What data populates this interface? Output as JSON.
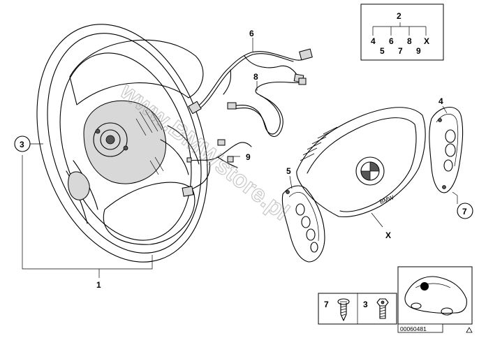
{
  "watermark": "www.BMWstore.pl",
  "callouts": {
    "c1": "1",
    "c2": "2",
    "c3": "3",
    "c4": "4",
    "c5": "5",
    "c6": "6",
    "c7": "7",
    "c8": "8",
    "c9": "9",
    "cX": "X"
  },
  "legend_box": {
    "top": "2",
    "row1": [
      "4",
      "6",
      "8",
      "X"
    ],
    "row2": [
      "5",
      "7",
      "9"
    ]
  },
  "fastener_box": {
    "item_a": "7",
    "item_b": "3"
  },
  "airbag_logo": "BMW",
  "diagram_number": "00060481"
}
